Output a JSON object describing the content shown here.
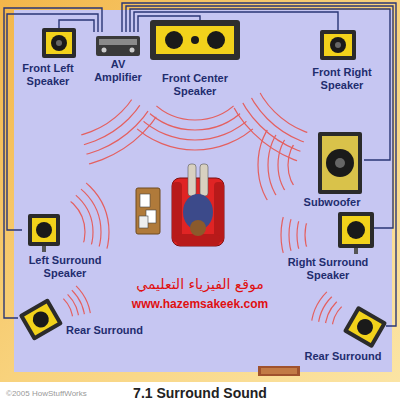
{
  "diagram": {
    "caption": "7.1 Surround Sound",
    "nodes": [
      {
        "text": [
          "Front Left Speaker"
        ]
      },
      {
        "text": [
          "AV Amplifier"
        ]
      },
      {
        "text": [
          "Front Center Speaker"
        ]
      },
      {
        "text": [
          "Front Right Speaker"
        ]
      },
      {
        "text": [
          "Subwoofer"
        ]
      },
      {
        "text": [
          "Left Surround Speaker"
        ]
      },
      {
        "text": [
          "Right Surround Speaker"
        ]
      },
      {
        "text": [
          "Rear Surround"
        ]
      },
      {
        "text": [
          "Rear Surround"
        ]
      }
    ],
    "edges": [
      {
        "from": 1,
        "to": 0,
        "arrow": "none"
      },
      {
        "from": 1,
        "to": 2,
        "arrow": "none"
      },
      {
        "from": 1,
        "to": 3,
        "arrow": "none"
      },
      {
        "from": 1,
        "to": 4,
        "arrow": "none"
      },
      {
        "from": 1,
        "to": 5,
        "arrow": "none"
      },
      {
        "from": 1,
        "to": 6,
        "arrow": "none"
      },
      {
        "from": 1,
        "to": 7,
        "arrow": "none"
      },
      {
        "from": 1,
        "to": 8,
        "arrow": "none"
      }
    ],
    "labels": [
      "موقع الفيزياء التعليمي",
      "www.hazemsakeek.com",
      "©2005 HowStuffWorks"
    ]
  }
}
